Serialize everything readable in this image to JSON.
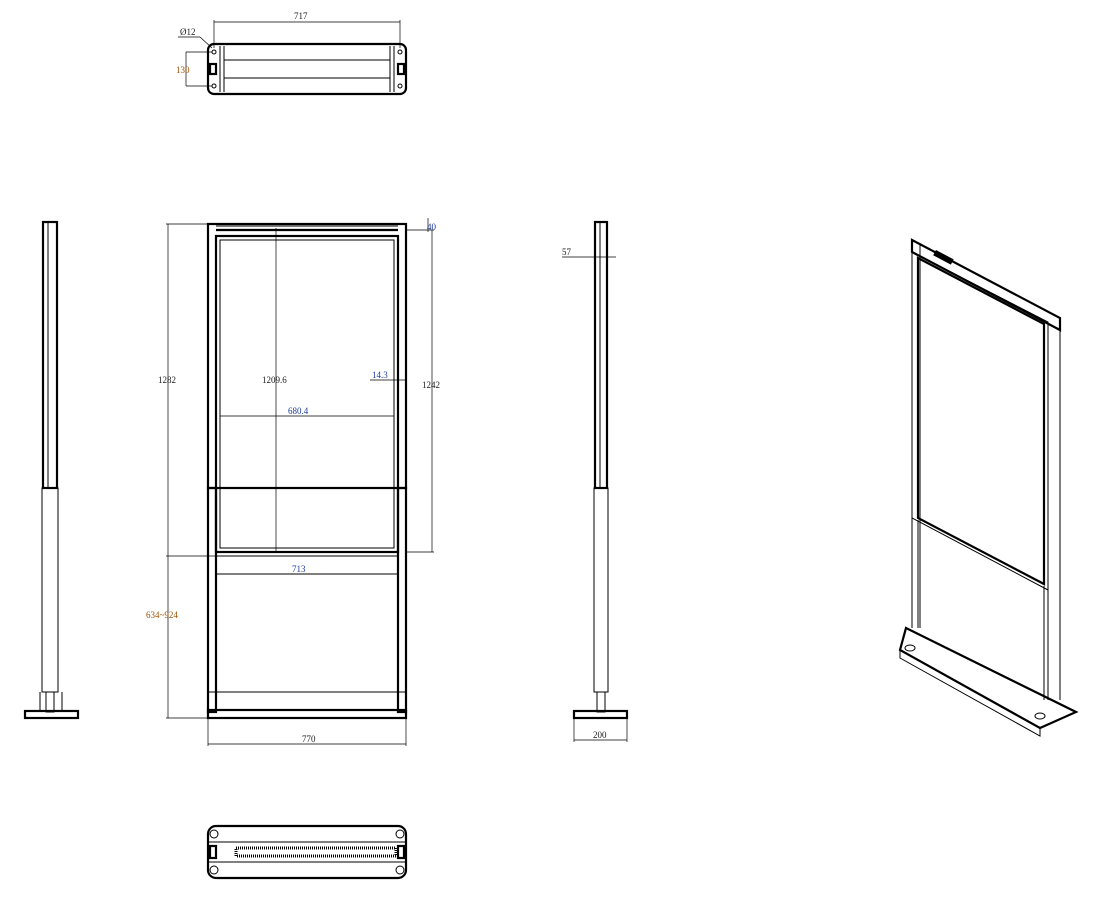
{
  "dimensions": {
    "top_view": {
      "width": "717",
      "hole_diameter": "Ø12",
      "depth": "130"
    },
    "front_view": {
      "top_offset": "40",
      "total_height": "1282",
      "screen_height": "1209.6",
      "bezel": "14.3",
      "frame_height": "1242",
      "screen_width": "680.4",
      "inner_width": "713",
      "adjustable_height": "634~924",
      "total_width": "770"
    },
    "side_view": {
      "thickness": "57",
      "base_depth": "200"
    }
  },
  "colors": {
    "line": "#000000",
    "blue_label": "#1a3a9a",
    "orange_label": "#a05000"
  }
}
